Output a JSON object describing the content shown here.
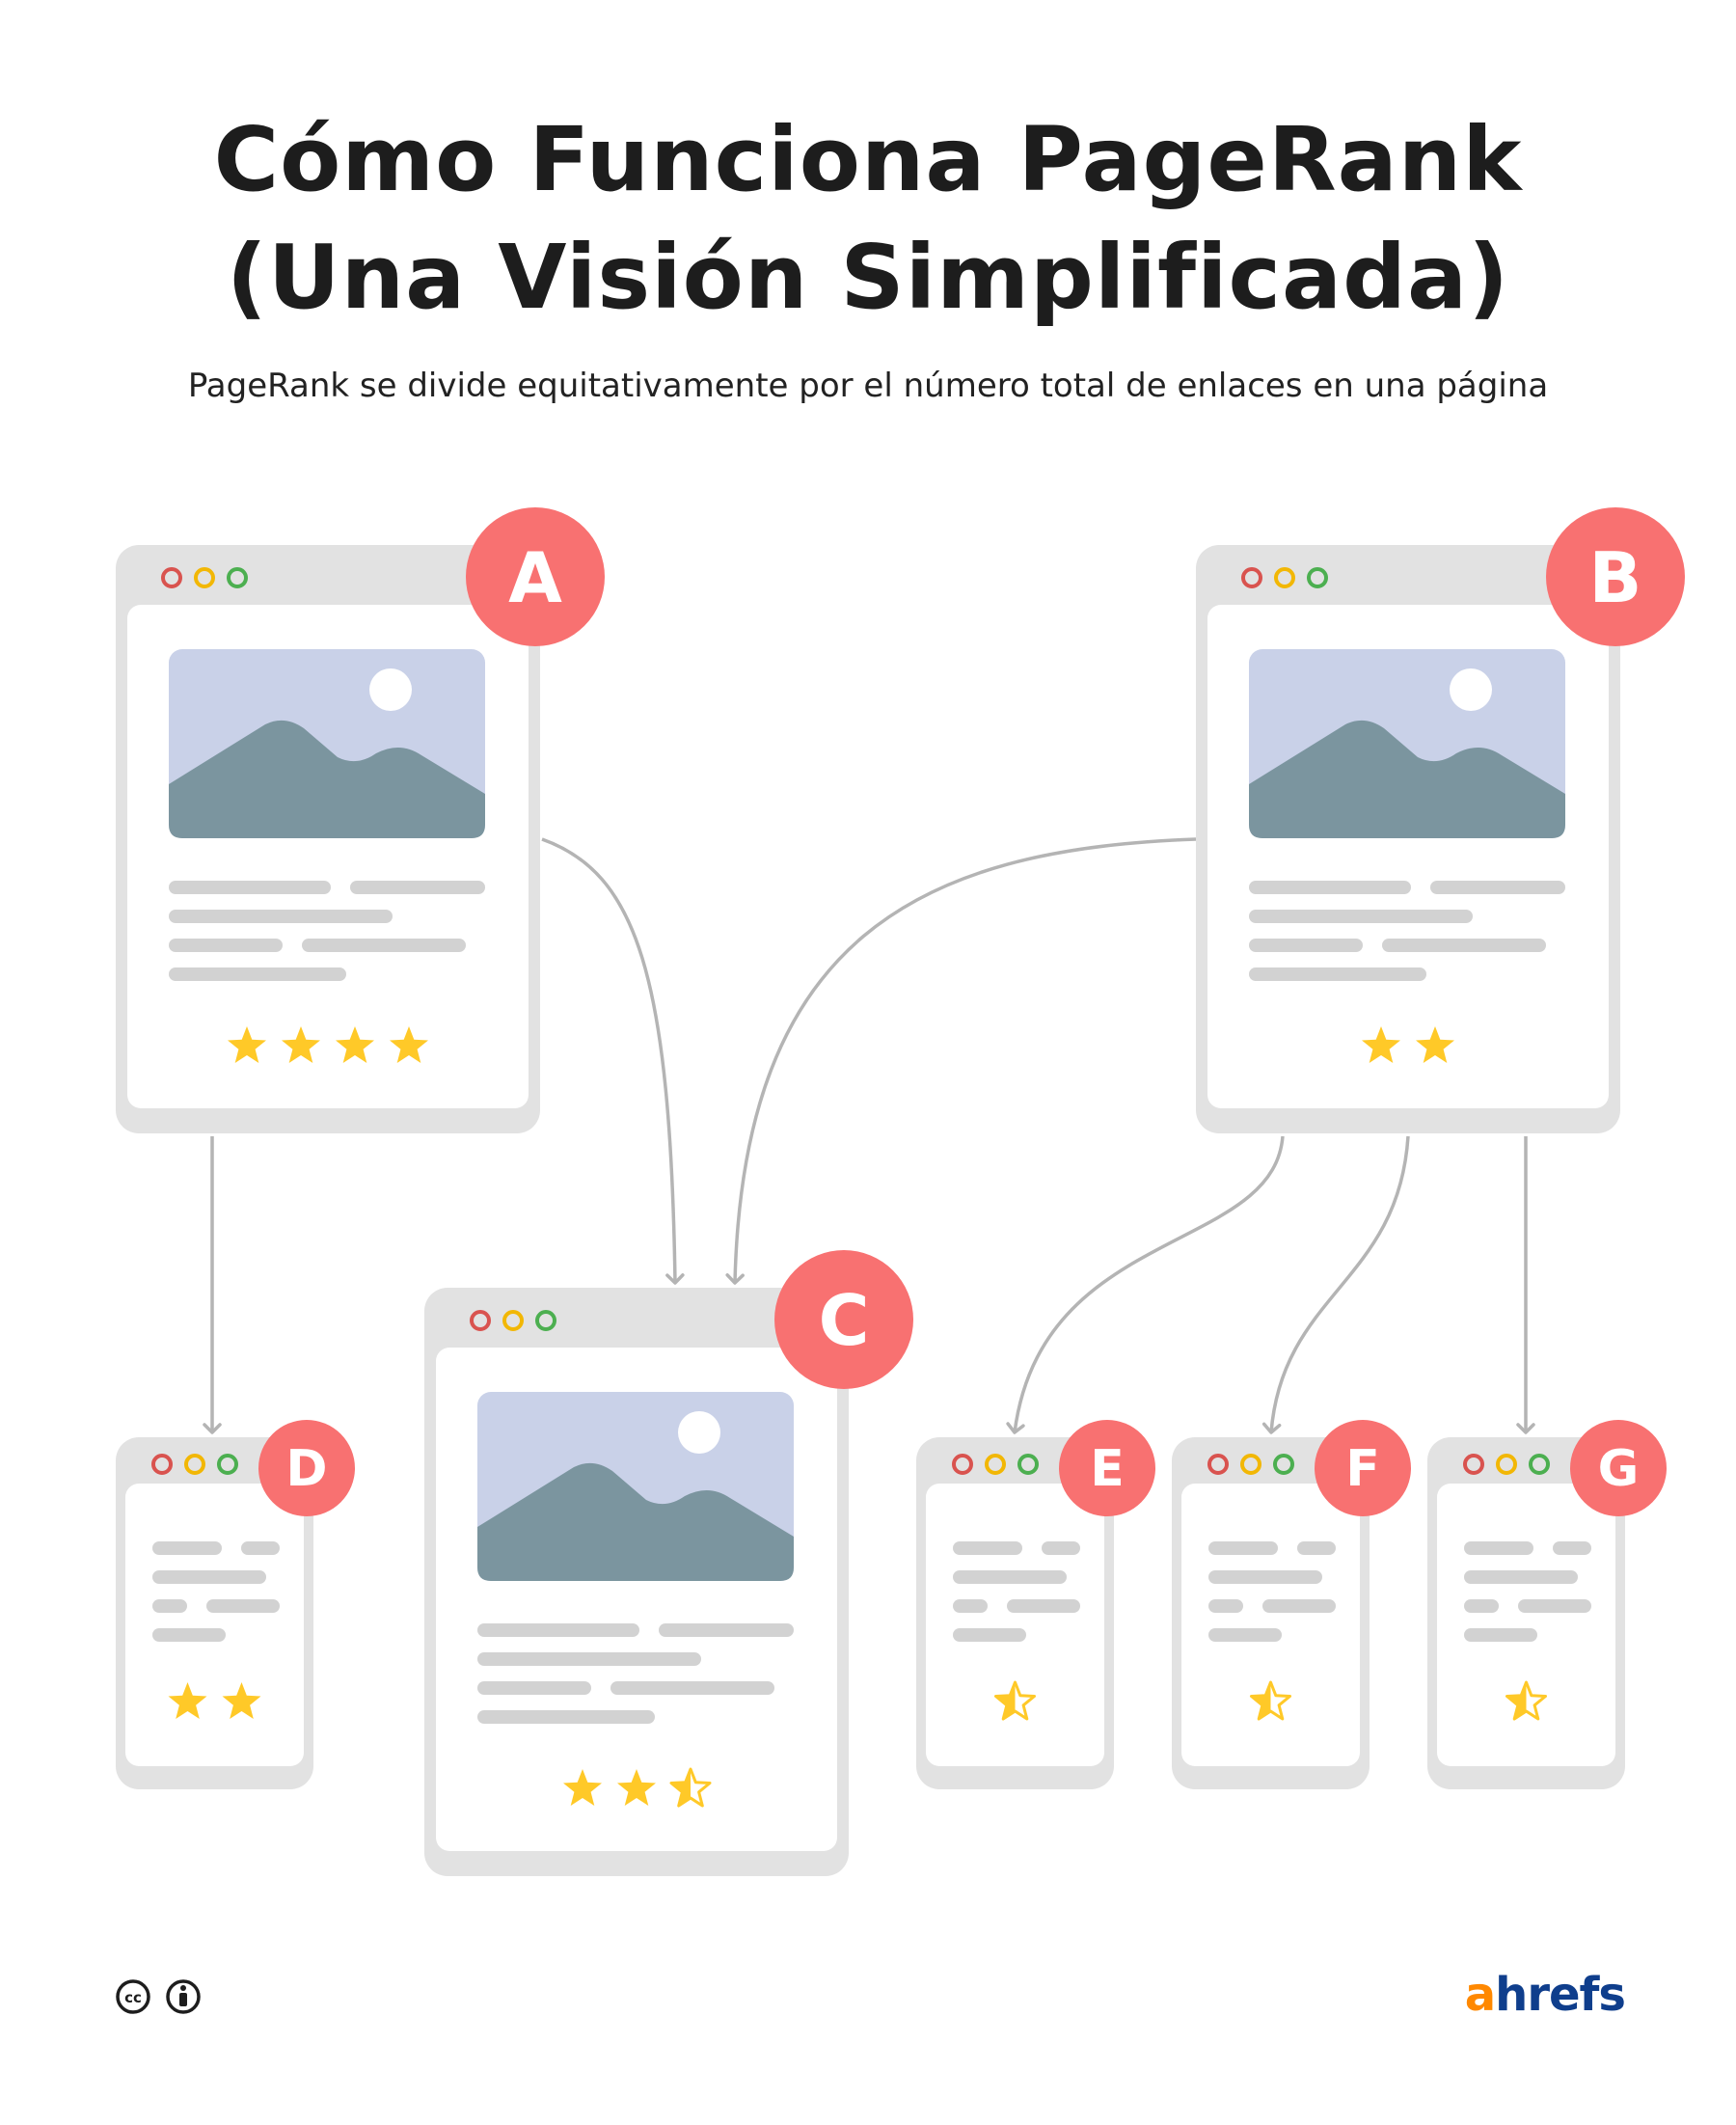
{
  "title_line1": "Cómo Funciona PageRank",
  "title_line2": "(Una Visión Simplificada)",
  "subtitle": "PageRank se divide equitativamente por el número total de enlaces en una página",
  "colors": {
    "badge": "#f87171",
    "frame": "#e2e2e2",
    "image_bg": "#c9d1e8",
    "mountain": "#7b959f",
    "text_line": "#d2d2d2",
    "star": "#ffc928",
    "arrow": "#b4b4b4",
    "dot_red": "#d9534f",
    "dot_yellow": "#f2b705",
    "dot_green": "#4caf50"
  },
  "pages": [
    {
      "id": "A",
      "label": "A",
      "stars": 4
    },
    {
      "id": "B",
      "label": "B",
      "stars": 2
    },
    {
      "id": "C",
      "label": "C",
      "stars": 2.5
    },
    {
      "id": "D",
      "label": "D",
      "stars": 2
    },
    {
      "id": "E",
      "label": "E",
      "stars": 0.5
    },
    {
      "id": "F",
      "label": "F",
      "stars": 0.5
    },
    {
      "id": "G",
      "label": "G",
      "stars": 0.5
    }
  ],
  "links": [
    {
      "from": "A",
      "to": "C"
    },
    {
      "from": "A",
      "to": "D"
    },
    {
      "from": "B",
      "to": "C"
    },
    {
      "from": "B",
      "to": "E"
    },
    {
      "from": "B",
      "to": "F"
    },
    {
      "from": "B",
      "to": "G"
    }
  ],
  "footer": {
    "license_icons": [
      "cc-icon",
      "attribution-icon"
    ],
    "logo_a": "a",
    "logo_rest": "hrefs"
  }
}
